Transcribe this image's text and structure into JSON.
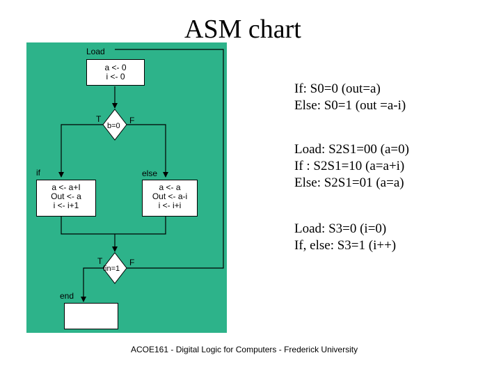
{
  "title": "ASM chart",
  "diagram": {
    "state_load": "Load",
    "load_box": [
      "a <- 0",
      "i <- 0"
    ],
    "decision1": {
      "cond": "b=0",
      "true_label": "T",
      "false_label": "F"
    },
    "state_if": "if",
    "state_else": "else",
    "if_box": [
      "a <- a+I",
      "Out <- a",
      "i <- i+1"
    ],
    "else_box": [
      "a <- a",
      "Out <- a-i",
      "i <- i+i"
    ],
    "decision2": {
      "cond": "fin=1",
      "true_label": "T",
      "false_label": "F"
    },
    "state_end": "end"
  },
  "notes": {
    "group1": [
      "If: S0=0  (out=a)",
      "Else: S0=1 (out =a-i)"
    ],
    "group2": [
      "Load: S2S1=00 (a=0)",
      "If : S2S1=10 (a=a+i)",
      "Else: S2S1=01 (a=a)"
    ],
    "group3": [
      "Load: S3=0 (i=0)",
      "If, else: S3=1 (i++)"
    ]
  },
  "footer": "ACOE161 - Digital Logic for Computers - Frederick University",
  "colors": {
    "diagram_bg": "#2db38a",
    "box_bg": "#ffffff",
    "line": "#000000"
  }
}
